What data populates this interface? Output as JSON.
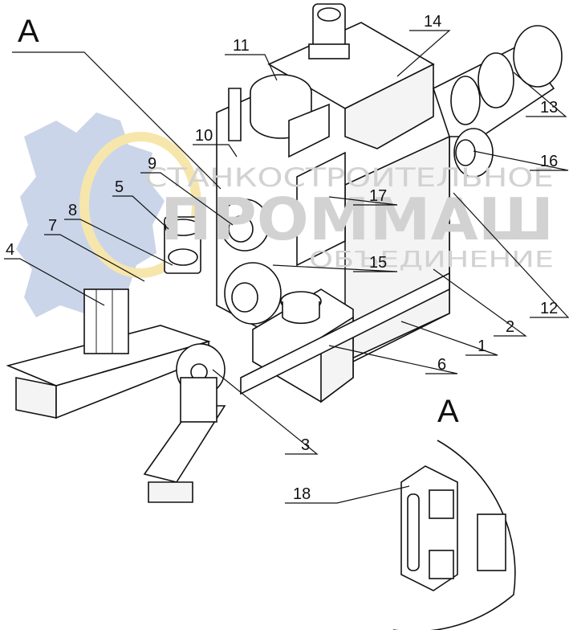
{
  "view_labels": {
    "main": "А",
    "detail": "А"
  },
  "watermark": {
    "line1": "СТАНКОСТРОИТЕЛЬНОЕ",
    "line2": "ПРОММАШ",
    "line3": "ОБЪЕДИНЕНИЕ",
    "colors": {
      "gear": "#9fb3d8",
      "ring": "#f2d26a",
      "text": "#cfcfcf"
    }
  },
  "callouts": {
    "c1": "1",
    "c2": "2",
    "c3": "3",
    "c4": "4",
    "c5": "5",
    "c6": "6",
    "c7": "7",
    "c8": "8",
    "c9": "9",
    "c10": "10",
    "c11": "11",
    "c12": "12",
    "c13": "13",
    "c14": "14",
    "c15": "15",
    "c16": "16",
    "c17": "17",
    "c18": "18"
  }
}
